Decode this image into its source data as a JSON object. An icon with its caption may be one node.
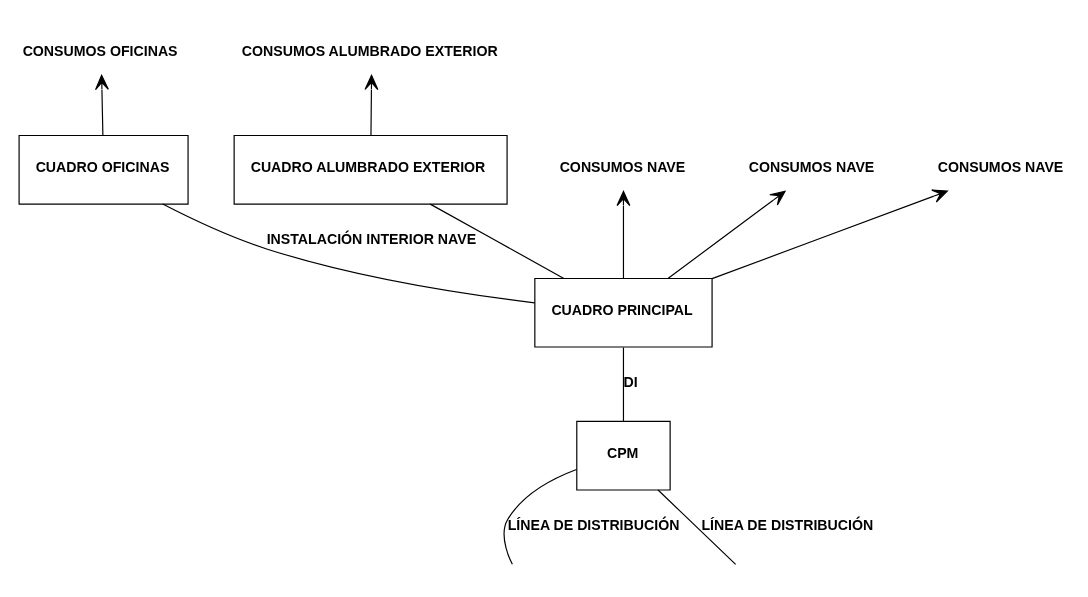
{
  "diagram": {
    "nodes": [
      {
        "text": [
          "CUADRO OFICINAS"
        ]
      },
      {
        "text": [
          "CUADRO ALUMBRADO EXTERIOR"
        ]
      },
      {
        "text": [
          "CONSUMOS NAVE"
        ]
      },
      {
        "text": [
          "CONSUMOS NAVE"
        ]
      },
      {
        "text": [
          "CONSUMOS NAVE"
        ]
      },
      {
        "text": [
          "CONSUMOS OFICINAS"
        ]
      },
      {
        "text": [
          "CONSUMOS ALUMBRADO EXTERIOR"
        ]
      },
      {
        "text": [
          "CUADRO PRINCIPAL"
        ]
      },
      {
        "text": [
          "CPM"
        ]
      }
    ],
    "edges": [
      {
        "from": 7,
        "to": 0,
        "arrow": "none",
        "label": "INSTALACIÓN INTERIOR NAVE"
      },
      {
        "from": 7,
        "to": 1,
        "arrow": "none"
      },
      {
        "from": 7,
        "to": 2,
        "arrow": "to"
      },
      {
        "from": 7,
        "to": 3,
        "arrow": "to"
      },
      {
        "from": 7,
        "to": 4,
        "arrow": "to"
      },
      {
        "from": 0,
        "to": 5,
        "arrow": "to"
      },
      {
        "from": 1,
        "to": 6,
        "arrow": "to"
      },
      {
        "from": 8,
        "to": 7,
        "arrow": "none",
        "label": "DI"
      },
      {
        "from": 8,
        "to": null,
        "arrow": "none",
        "label": "LÍNEA DE DISTRIBUCIÓN"
      },
      {
        "from": 8,
        "to": null,
        "arrow": "none",
        "label": "LÍNEA DE DISTRIBUCIÓN"
      }
    ]
  }
}
